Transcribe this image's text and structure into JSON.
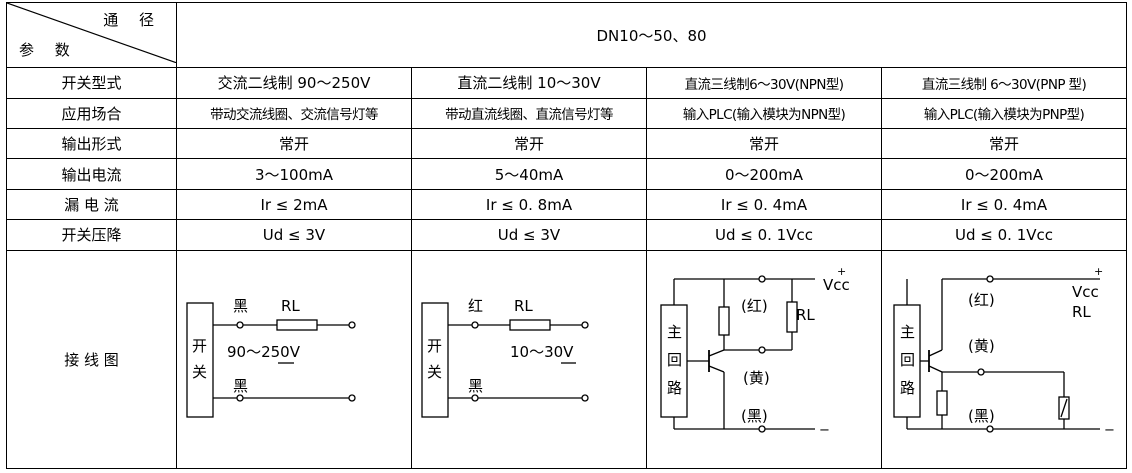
{
  "header": {
    "corner_top": "通 径",
    "corner_bottom": "参 数",
    "diameter": "DN10～50、80"
  },
  "rows": [
    {
      "label": "开关型式",
      "cells": [
        "交流二线制 90～250V",
        "直流二线制 10～30V",
        "直流三线制6～30V(NPN型)",
        "直流三线制 6～30V(PNP 型)"
      ]
    },
    {
      "label": "应用场合",
      "cells": [
        "带动交流线圈、交流信号灯等",
        "带动直流线圈、直流信号灯等",
        "输入PLC(输入模块为NPN型)",
        "输入PLC(输入模块为PNP型)"
      ]
    },
    {
      "label": "输出形式",
      "cells": [
        "常开",
        "常开",
        "常开",
        "常开"
      ]
    },
    {
      "label": "输出电流",
      "cells": [
        "3～100mA",
        "5～40mA",
        "0～200mA",
        "0～200mA"
      ]
    },
    {
      "label": "漏 电 流",
      "cells": [
        "Ir ≤ 2mA",
        "Ir ≤ 0. 8mA",
        "Ir ≤ 0. 4mA",
        "Ir ≤ 0. 4mA"
      ]
    },
    {
      "label": "开关压降",
      "cells": [
        "Ud ≤ 3V",
        "Ud ≤ 3V",
        "Ud ≤ 0. 1Vcc",
        "Ud ≤ 0. 1Vcc"
      ]
    }
  ],
  "wiring": {
    "label": "接 线 图",
    "d1": {
      "switch_1": "开",
      "switch_2": "关",
      "top_wire": "黑",
      "load": "RL",
      "voltage": "90～250V",
      "bottom_wire": "黑"
    },
    "d2": {
      "switch_1": "开",
      "switch_2": "关",
      "top_wire": "红",
      "load": "RL",
      "voltage": "10～30V",
      "bottom_wire": "黑"
    },
    "d3": {
      "box_1": "主",
      "box_2": "回",
      "box_3": "路",
      "red": "(红)",
      "yellow": "(黄)",
      "black": "(黑)",
      "vcc": "Vcc",
      "load": "RL",
      "plus": "+",
      "minus": "−"
    },
    "d4": {
      "box_1": "主",
      "box_2": "回",
      "box_3": "路",
      "red": "(红)",
      "yellow": "(黄)",
      "black": "(黑)",
      "vcc": "Vcc",
      "load": "RL",
      "plus": "+",
      "minus": "−"
    }
  }
}
